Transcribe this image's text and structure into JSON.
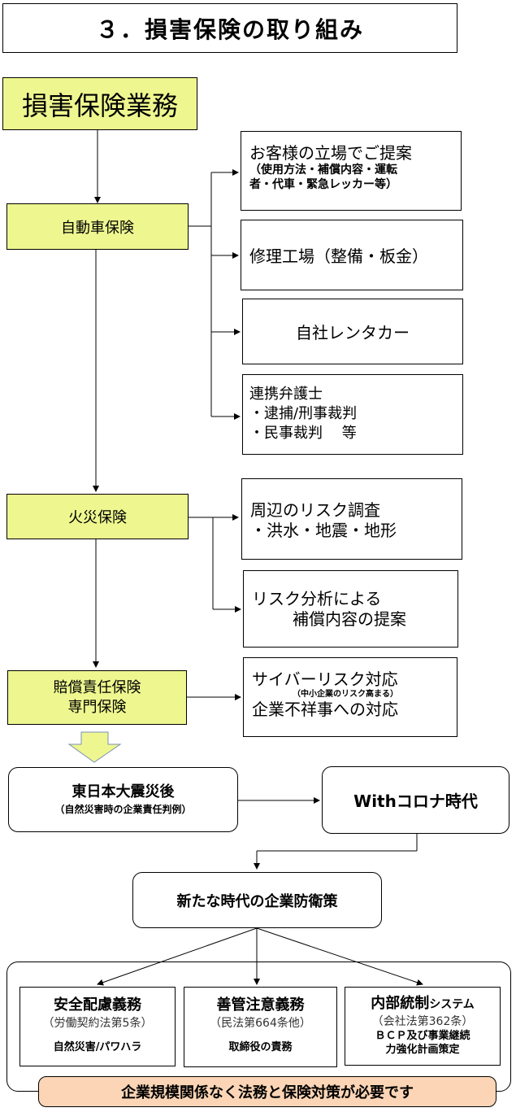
{
  "title": "３．損害保険の取り組み",
  "main_heading": "損害保険業務",
  "auto": {
    "label": "自動車保険",
    "boxes": [
      {
        "line1": "お客様の立場でご提案",
        "line2": "（使用方法・補償内容・運転",
        "line3": "者・代車・緊急レッカー等）"
      },
      {
        "line1": "修理工場（整備・板金）"
      },
      {
        "line1": "自社レンタカー"
      },
      {
        "line1": "連携弁護士",
        "line2": "・逮捕/刑事裁判",
        "line3": "・民事裁判　 等"
      }
    ]
  },
  "fire": {
    "label": "火災保険",
    "boxes": [
      {
        "line1": "周辺のリスク調査",
        "line2": "・洪水・地震・地形"
      },
      {
        "line1": "リスク分析による",
        "line2": "補償内容の提案"
      }
    ]
  },
  "liability": {
    "label_line1": "賠償責任保険",
    "label_line2": "専門保険",
    "box": {
      "line1": "サイバーリスク対応",
      "note": "（中小企業のリスク高まる）",
      "line2": "企業不祥事への対応"
    }
  },
  "earthquake": {
    "line1": "東日本大震災後",
    "line2": "（自然災害時の企業責任判例）"
  },
  "corona": "Withコロナ時代",
  "new_era": "新たな時代の企業防衛策",
  "duties": [
    {
      "title": "安全配慮義務",
      "law": "（労働契約法第5条）",
      "note": "自然災害/パワハラ"
    },
    {
      "title": "善管注意義務",
      "law": "（民法第664条他）",
      "note": "取締役の責務"
    },
    {
      "title": "内部統制",
      "title_suffix": "システム",
      "law": "（会社法第362条）",
      "note_line1": "ＢＣＰ及び事業継続",
      "note_line2": "力強化計画策定"
    }
  ],
  "banner": "企業規模関係なく法務と保険対策が必要です",
  "colors": {
    "green": "#eef78f",
    "banner": "#fbd5b5",
    "arrow": "#eef78f"
  }
}
